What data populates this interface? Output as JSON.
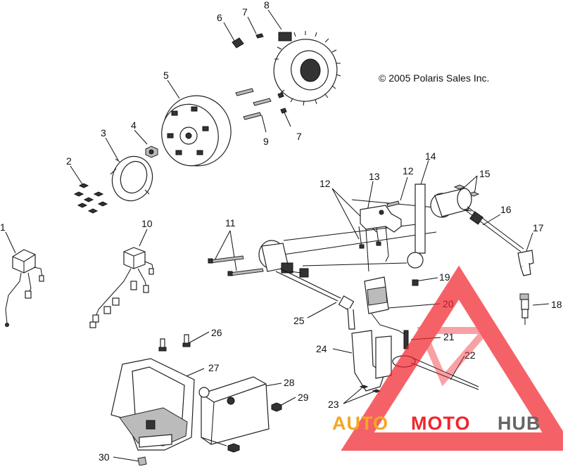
{
  "copyright": "© 2005 Polaris Sales Inc.",
  "callouts": [
    "1",
    "2",
    "3",
    "4",
    "5",
    "6",
    "7",
    "8",
    "7",
    "9",
    "10",
    "11",
    "12",
    "12",
    "13",
    "14",
    "15",
    "16",
    "17",
    "18",
    "19",
    "20",
    "21",
    "22",
    "23",
    "24",
    "25",
    "26",
    "27",
    "28",
    "29",
    "30"
  ],
  "watermark": {
    "auto": "AUTO",
    "moto": "MOTO",
    "hub": "HUB",
    "colors": {
      "triangle": "#f0262e",
      "auto": "#f5a623",
      "moto": "#f0262e",
      "hub": "#666666"
    }
  }
}
